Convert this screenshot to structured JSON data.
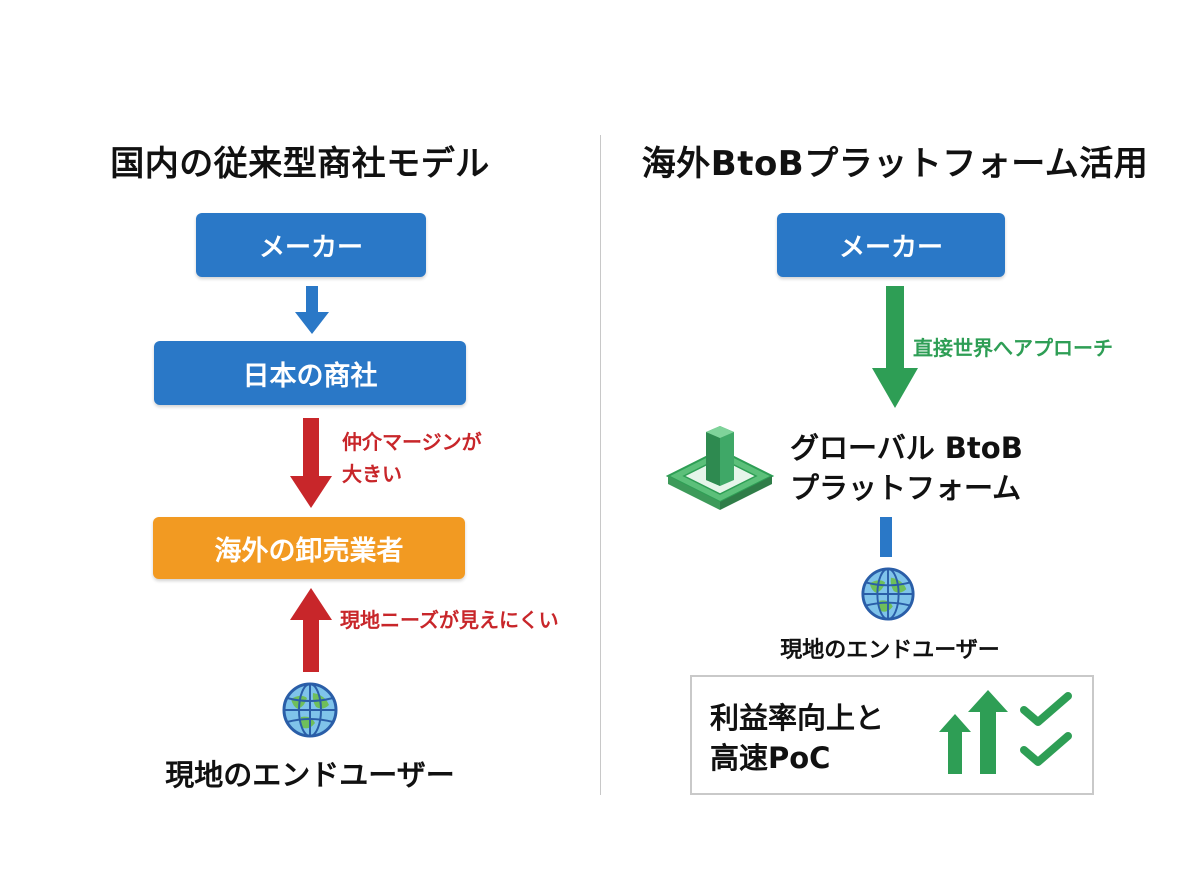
{
  "left": {
    "title": "国内の従来型商社モデル",
    "maker": "メーカー",
    "trading_company": "日本の商社",
    "margin_note_line1": "仲介マージンが",
    "margin_note_line2": "大きい",
    "wholesaler": "海外の卸売業者",
    "needs_note": "現地ニーズが見えにくい",
    "end_user": "現地のエンドユーザー"
  },
  "right": {
    "title": "海外BtoBプラットフォーム活用",
    "maker": "メーカー",
    "approach_note": "直接世界へアプローチ",
    "platform_line1": "グローバル BtoB",
    "platform_line2": "プラットフォーム",
    "end_user": "現地のエンドユーザー",
    "result_line1": "利益率向上と",
    "result_line2": "高速PoC"
  },
  "colors": {
    "blue": "#2a78c7",
    "orange": "#f29a22",
    "red": "#c8262a",
    "green": "#2e9e55"
  },
  "icons": [
    "globe-icon",
    "platform-icon",
    "up-arrows-icon",
    "checkmarks-icon"
  ]
}
